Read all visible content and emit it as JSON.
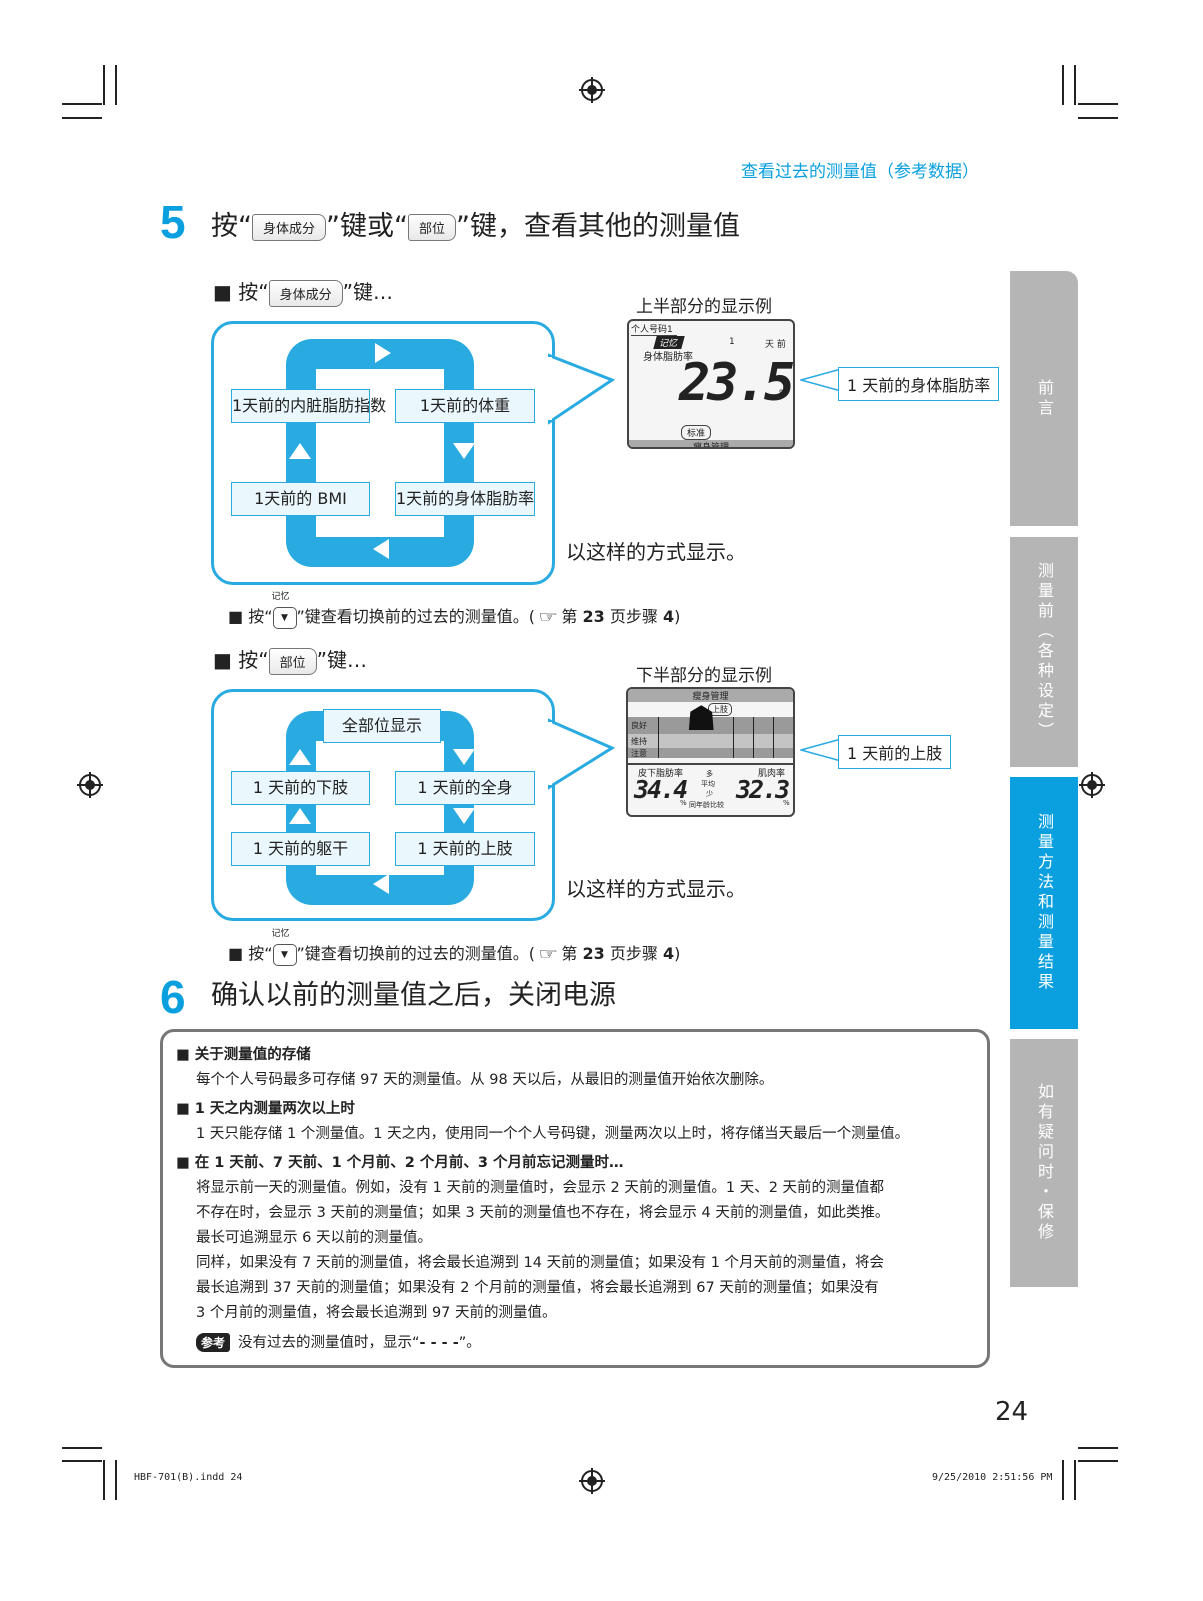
{
  "header": {
    "section_title": "查看过去的测量值（参考数据）"
  },
  "step5": {
    "number": "5",
    "t1": "按“",
    "key1": "身体成分",
    "t2": "”键或“",
    "key2": "部位",
    "t3": "”键，查看其他的测量值"
  },
  "sub1": {
    "t1": "■ 按“",
    "key": "身体成分",
    "t2": "”键…"
  },
  "loop1": {
    "items": [
      "1天前的内脏脂肪指数",
      "1天前的体重",
      "1天前的 BMI",
      "1天前的身体脂肪率"
    ],
    "caption": "以这样的方式显示。"
  },
  "display1": {
    "label": "上半部分的显示例",
    "personal": "个人号码1",
    "memory": "记忆",
    "day": "1",
    "day_unit": "天 前",
    "metric": "身体脂肪率",
    "value": "23.5",
    "unit": "%",
    "standard": "标准",
    "footer": "瘦身管理",
    "callout": "1 天前的身体脂肪率"
  },
  "mem1": {
    "t1": "■ 按“",
    "memkey": "记忆",
    "t2": "”键查看切换前的过去的测量值。(",
    "ref_icon": "reference-hand-icon",
    "t3": "第",
    "page": "23",
    "t4": "页步骤",
    "step": "4",
    "t5": ")"
  },
  "sub2": {
    "t1": "■ 按“",
    "key": "部位",
    "t2": "”键…"
  },
  "loop2": {
    "items": [
      "全部位显示",
      "1 天前的下肢",
      "1 天前的全身",
      "1 天前的躯干",
      "1 天前的上肢"
    ],
    "caption": "以这样的方式显示。"
  },
  "display2": {
    "label": "下半部分的显示例",
    "title": "瘦身管理",
    "part": "上肢",
    "levels": [
      "良好",
      "维持",
      "注意"
    ],
    "left_label": "皮下脂肪率",
    "left_value": "34.4",
    "right_label": "肌肉率",
    "right_value": "32.3",
    "unit": "%",
    "more": "多",
    "avg": "平均",
    "less": "少",
    "compare": "同年龄比较",
    "callout": "1 天前的上肢"
  },
  "mem2": {
    "t1": "■ 按“",
    "memkey": "记忆",
    "t2": "”键查看切换前的过去的测量值。(",
    "t3": "第",
    "page": "23",
    "t4": "页步骤",
    "step": "4",
    "t5": ")"
  },
  "step6": {
    "number": "6",
    "title": "确认以前的测量值之后，关闭电源"
  },
  "info": {
    "h1": "■  关于测量值的存储",
    "p1": "每个个人号码最多可存储 97 天的测量值。从 98 天以后，从最旧的测量值开始依次删除。",
    "h2": "■  1 天之内测量两次以上时",
    "p2": "1 天只能存储 1 个测量值。1 天之内，使用同一个个人号码键，测量两次以上时，将存储当天最后一个测量值。",
    "h3": "■  在 1 天前、7 天前、1 个月前、2 个月前、3 个月前忘记测量时…",
    "p3a": "将显示前一天的测量值。例如，没有 1 天前的测量值时，会显示 2 天前的测量值。1 天、2 天前的测量值都",
    "p3b": "不存在时，会显示 3 天前的测量值；如果 3 天前的测量值也不存在，将会显示 4 天前的测量值，如此类推。",
    "p3c": "最长可追溯显示 6 天以前的测量值。",
    "p4a": "同样，如果没有 7 天前的测量值，将会最长追溯到 14 天前的测量值；如果没有 1 个月天前的测量值，将会",
    "p4b": "最长追溯到 37 天前的测量值；如果没有 2 个月前的测量值，将会最长追溯到 67 天前的测量值；如果没有",
    "p4c": "3 个月前的测量值，将会最长追溯到 97 天前的测量值。",
    "ref_label": "参考",
    "ref_text": "没有过去的测量值时，显示“",
    "ref_dashes": "- - - -",
    "ref_end": "”。"
  },
  "tabs": [
    "前言",
    "测量前（各种设定）",
    "测量方法和测量结果",
    "如有疑问时・保修"
  ],
  "page_number": "24",
  "slug": {
    "left": "HBF-701(B).indd   24",
    "right": "9/25/2010   2:51:56 PM"
  },
  "colors": {
    "accent": "#29abe2",
    "tab_active": "#0aa0df",
    "tab": "#b5b5b5"
  }
}
